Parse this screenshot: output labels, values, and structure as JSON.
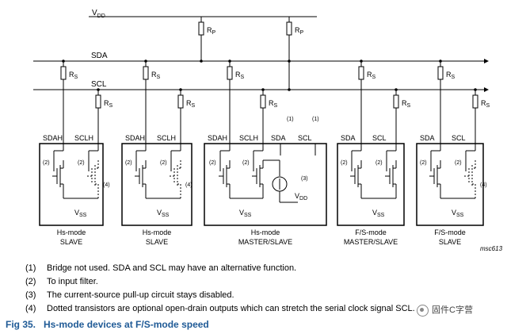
{
  "figure": {
    "caption_number": "Fig 35.",
    "caption_text": "Hs-mode devices at F/S-mode speed",
    "code": "msc613"
  },
  "bus": {
    "vdd_label": "V",
    "vdd_sub": "DD",
    "sda_label": "SDA",
    "scl_label": "SCL",
    "pullup_label": "R",
    "pullup_sub": "P",
    "series_label": "R",
    "series_sub": "S"
  },
  "devices": [
    {
      "name": "Hs-mode",
      "role": "SLAVE",
      "pin_left": "SDAH",
      "pin_right": "SCLH"
    },
    {
      "name": "Hs-mode",
      "role": "SLAVE",
      "pin_left": "SDAH",
      "pin_right": "SCLH"
    },
    {
      "name": "Hs-mode",
      "role": "MASTER/SLAVE",
      "pin_left": "SDAH",
      "pin_right": "SCLH",
      "pin_sda": "SDA",
      "pin_scl": "SCL"
    },
    {
      "name": "F/S-mode",
      "role": "MASTER/SLAVE",
      "pin_left": "SDA",
      "pin_right": "SCL"
    },
    {
      "name": "F/S-mode",
      "role": "SLAVE",
      "pin_left": "SDA",
      "pin_right": "SCL"
    }
  ],
  "marks": {
    "vss": "V",
    "vss_sub": "SS",
    "vdd": "V",
    "vdd_sub": "DD",
    "note1": "(1)",
    "note2": "(2)",
    "note3": "(3)",
    "note4": "(4)"
  },
  "notes": [
    {
      "num": "(1)",
      "text": "Bridge not used. SDA and SCL may have an alternative function."
    },
    {
      "num": "(2)",
      "text": "To input filter."
    },
    {
      "num": "(3)",
      "text": "The current-source pull-up circuit stays disabled."
    },
    {
      "num": "(4)",
      "text": "Dotted transistors are optional open-drain outputs which can stretch the serial clock signal SCL."
    }
  ],
  "watermark": "固件C字营"
}
